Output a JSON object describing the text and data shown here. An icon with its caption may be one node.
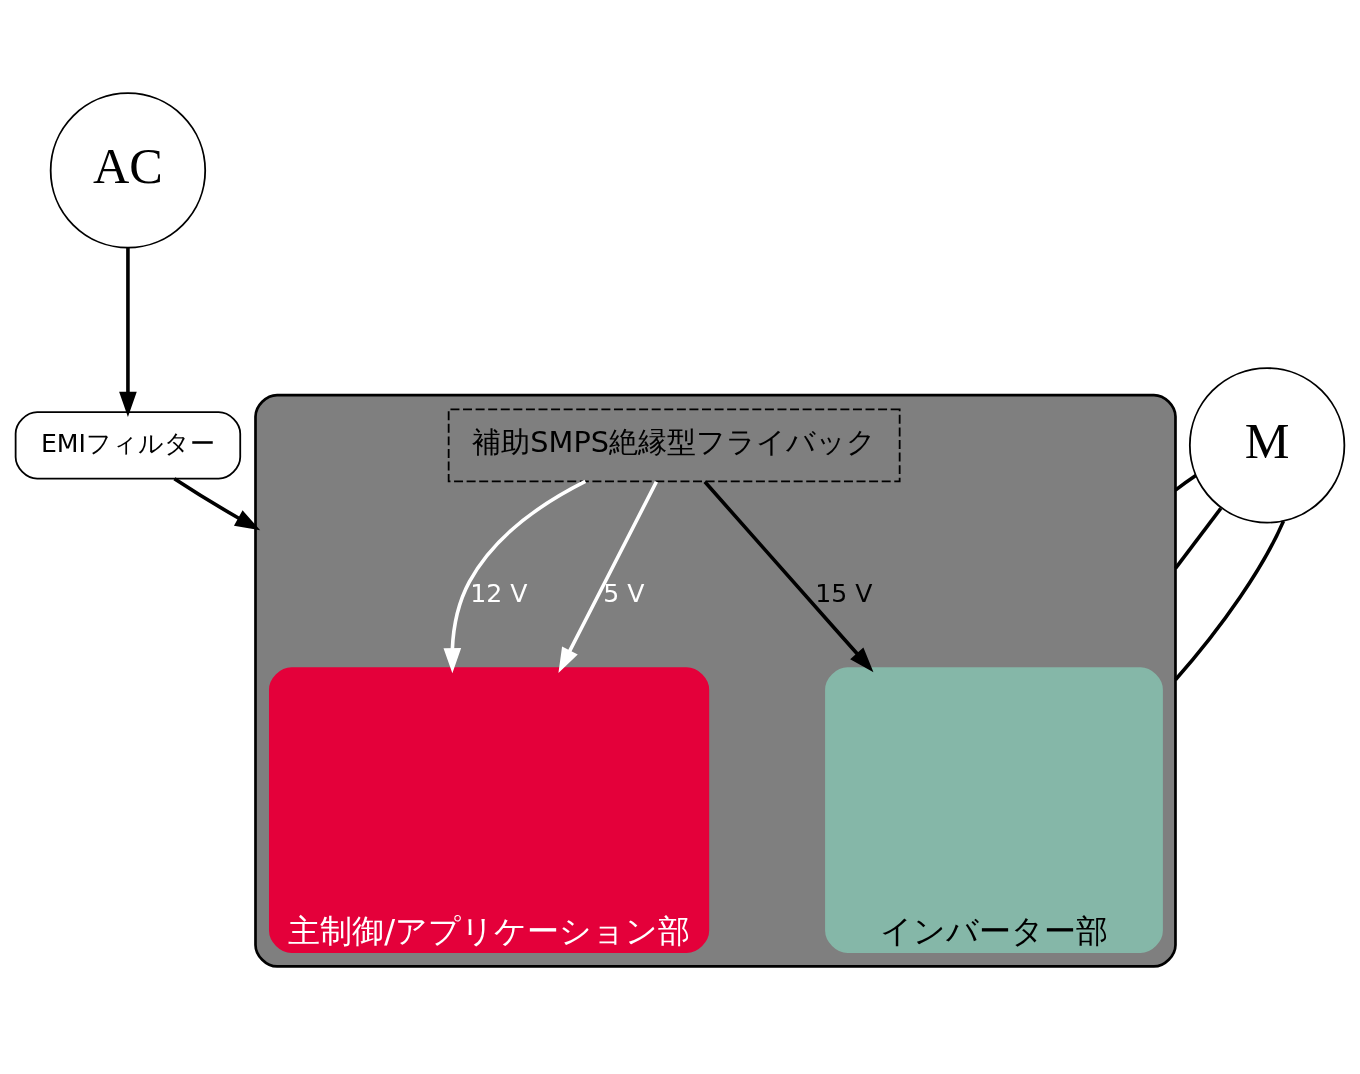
{
  "diagram": {
    "nodes": [
      {
        "text": [
          "AC"
        ]
      },
      {
        "text": [
          "EMIフィルター"
        ]
      },
      {
        "text": [],
        "shape": "box"
      },
      {
        "text": [
          "インバーター部"
        ],
        "in": 2
      },
      {
        "text": [
          "主制御/アプリケーション部"
        ],
        "in": 2
      },
      {
        "text": [
          "補助SMPS絶縁型フライバック"
        ],
        "in": 2
      },
      {
        "text": [
          "M"
        ]
      }
    ],
    "edges": [
      {
        "from": 0,
        "to": 1,
        "arrow": "to"
      },
      {
        "from": 1,
        "to": 2,
        "arrow": "to"
      },
      {
        "from": 5,
        "to": 3,
        "arrow": "to",
        "label": "15 V"
      },
      {
        "from": 5,
        "to": 4,
        "arrow": "to",
        "label": "12 V",
        "color": "#ffffff"
      },
      {
        "from": 5,
        "to": 4,
        "arrow": "to",
        "label": "5 V",
        "color": "#ffffff"
      },
      {
        "from": 6,
        "to": 2,
        "arrow": "none"
      },
      {
        "from": 6,
        "to": 2,
        "arrow": "none"
      },
      {
        "from": 6,
        "to": 2,
        "arrow": "none"
      }
    ]
  }
}
